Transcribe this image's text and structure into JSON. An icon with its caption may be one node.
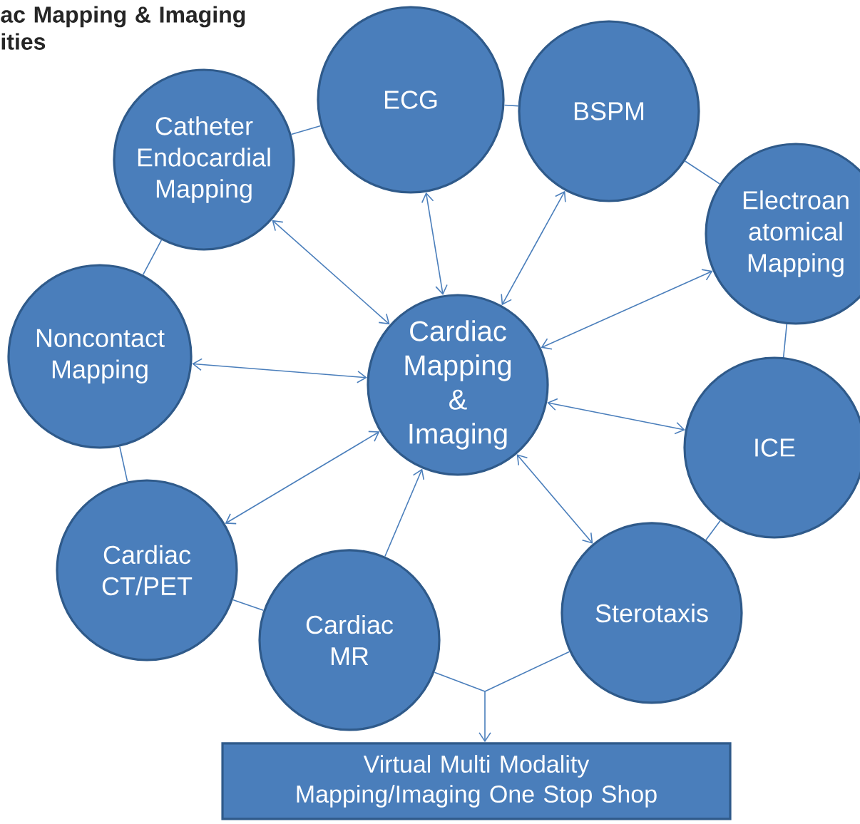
{
  "diagram": {
    "title": "ac Mapping & Imaging ities",
    "nodes": [
      {
        "text": [
          "Cardiac Mapping & Imaging"
        ]
      },
      {
        "text": [
          "Catheter Endocardial Mapping"
        ]
      },
      {
        "text": [
          "ECG"
        ]
      },
      {
        "text": [
          "BSPM"
        ]
      },
      {
        "text": [
          "Electroan atomical Mapping"
        ]
      },
      {
        "text": [
          "Noncontact Mapping"
        ]
      },
      {
        "text": [
          "ICE"
        ]
      },
      {
        "text": [
          "Cardiac CT/PET"
        ]
      },
      {
        "text": [
          "Cardiac MR"
        ]
      },
      {
        "text": [
          "Sterotaxis"
        ]
      },
      {
        "text": [
          "Virtual Multi Modality Mapping/Imaging One Stop Shop"
        ]
      }
    ],
    "edges": [
      {
        "from": 0,
        "to": 1,
        "arrow": "both"
      },
      {
        "from": 0,
        "to": 2,
        "arrow": "both"
      },
      {
        "from": 0,
        "to": 3,
        "arrow": "both"
      },
      {
        "from": 0,
        "to": 4,
        "arrow": "both"
      },
      {
        "from": 0,
        "to": 5,
        "arrow": "both"
      },
      {
        "from": 0,
        "to": 6,
        "arrow": "both"
      },
      {
        "from": 0,
        "to": 7,
        "arrow": "both"
      },
      {
        "from": 8,
        "to": 0,
        "arrow": "to"
      },
      {
        "from": 0,
        "to": 9,
        "arrow": "both"
      },
      {
        "from": 1,
        "to": 2,
        "arrow": "none"
      },
      {
        "from": 2,
        "to": 3,
        "arrow": "none"
      },
      {
        "from": 3,
        "to": 4,
        "arrow": "none"
      },
      {
        "from": 4,
        "to": 6,
        "arrow": "none"
      },
      {
        "from": 6,
        "to": 9,
        "arrow": "none"
      },
      {
        "from": 1,
        "to": 5,
        "arrow": "none"
      },
      {
        "from": 5,
        "to": 7,
        "arrow": "none"
      },
      {
        "from": 7,
        "to": 8,
        "arrow": "none"
      },
      {
        "from": 8,
        "to": 10,
        "arrow": "to"
      },
      {
        "from": 9,
        "to": 10,
        "arrow": "to"
      }
    ]
  }
}
